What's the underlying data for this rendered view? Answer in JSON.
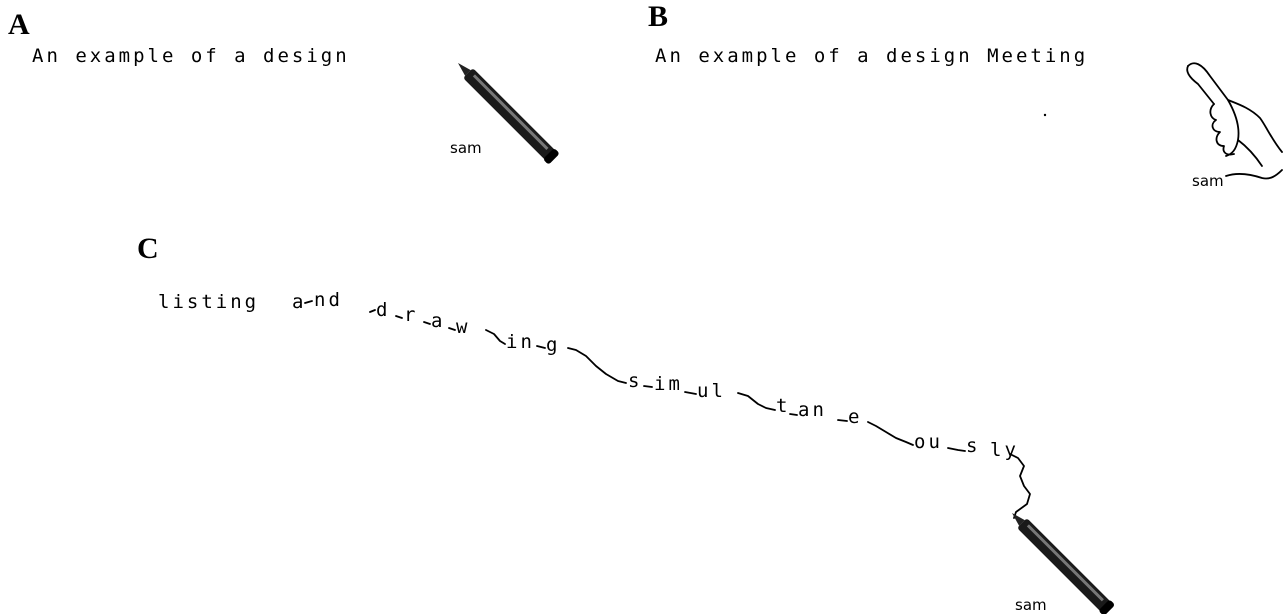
{
  "panels": [
    {
      "label": "A",
      "text": "An example of a design",
      "user": "sam",
      "cursor": "pen-icon"
    },
    {
      "label": "B",
      "text": "An example of a design Meeting",
      "user": "sam",
      "cursor": "pointing-hand-icon"
    },
    {
      "label": "C",
      "words": [
        "listing",
        "a",
        "nd",
        "d",
        "r",
        "a",
        "w",
        "in",
        "g",
        "s",
        "im",
        "ul",
        "t",
        "an",
        "e",
        "ou",
        "s",
        "ly"
      ],
      "user": "sam",
      "cursor": "pen-icon"
    }
  ]
}
